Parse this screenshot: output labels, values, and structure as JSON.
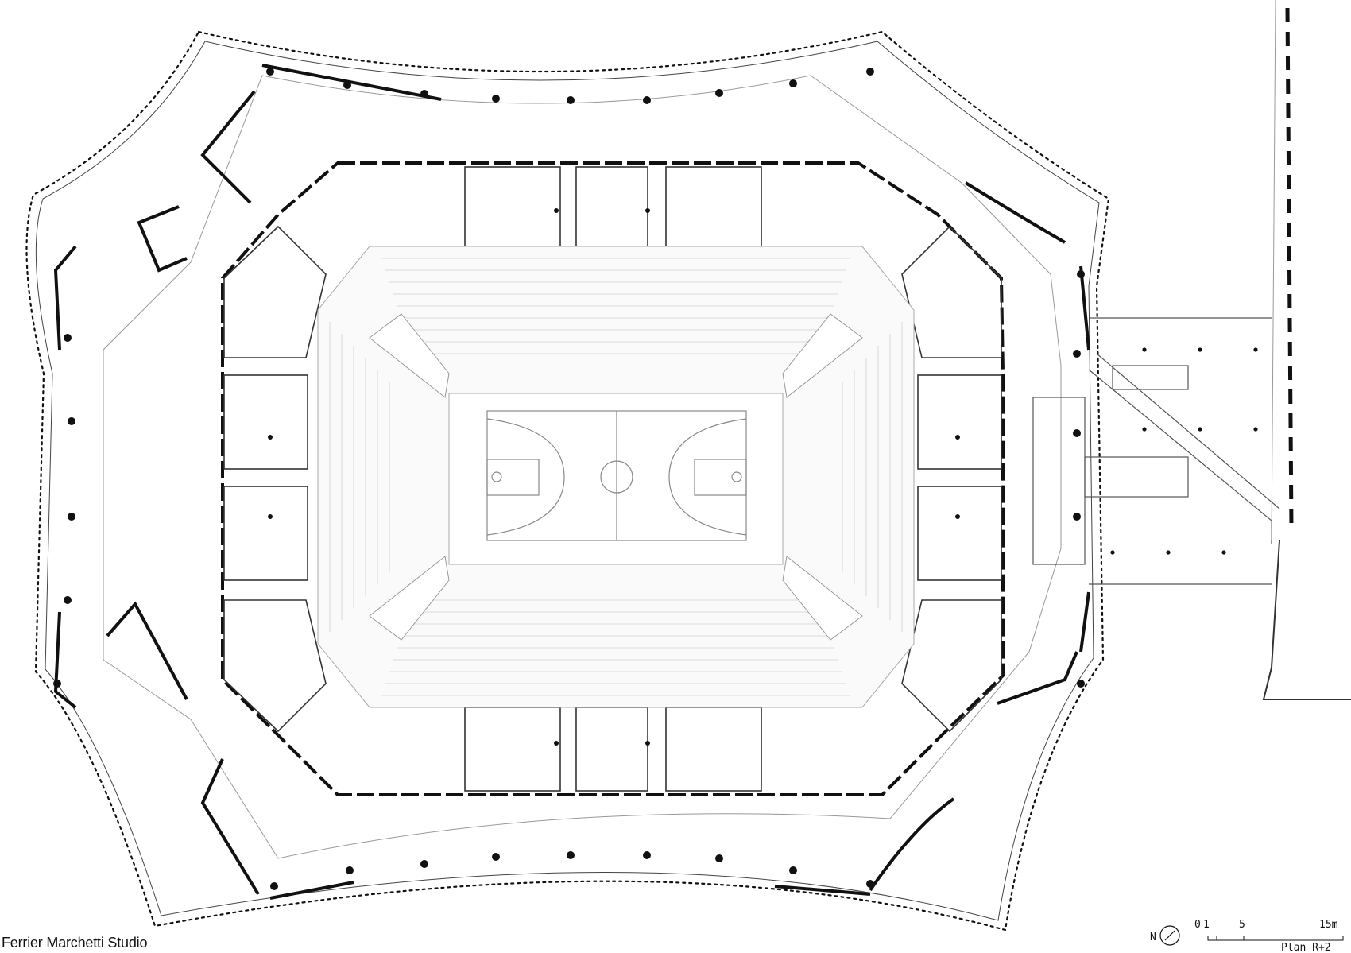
{
  "credit": "Ferrier Marchetti Studio",
  "plan_label": "Plan R+2",
  "north_label": "N",
  "scale": {
    "labels": [
      "0",
      "1",
      "5",
      "15m"
    ]
  },
  "court": {
    "sport": "basketball"
  },
  "colors": {
    "line": "#111111",
    "thin": "#9a9a9a",
    "background": "#ffffff"
  }
}
